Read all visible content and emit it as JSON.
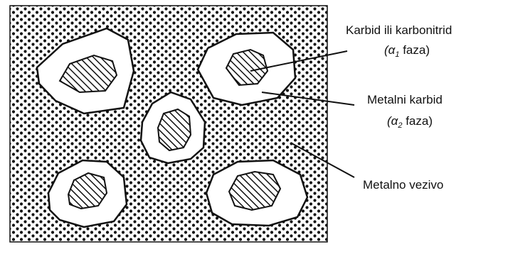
{
  "labels": {
    "carbide_line1": "Karbid ili karbonitrid",
    "carbide_line2": "(α",
    "carbide_sub": "1",
    "carbide_line2_end": " faza)",
    "metal_carbide_line1": "Metalni karbid",
    "metal_carbide_line2": "(α",
    "metal_carbide_sub": "2",
    "metal_carbide_line2_end": " faza)",
    "binder": "Metalno vezivo"
  },
  "colors": {
    "binder_dots": "#111111",
    "background": "#ffffff",
    "outline": "#111111",
    "hatch": "#111111"
  }
}
